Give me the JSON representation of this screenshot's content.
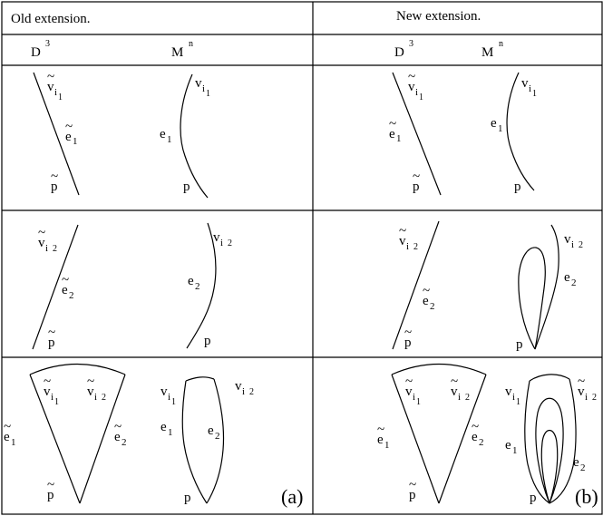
{
  "header": {
    "left_title": "Old extension.",
    "right_title": "New extension."
  },
  "columns": {
    "d3": {
      "base": "D",
      "exp": "3"
    },
    "mn": {
      "base": "M",
      "exp": "n"
    }
  },
  "labels": {
    "v": "v",
    "e": "e",
    "p": "p",
    "tilde": "~",
    "i": "i",
    "sub1": "1",
    "sub2": "2"
  },
  "panel_tags": {
    "old": "(a)",
    "new": "(b)"
  }
}
